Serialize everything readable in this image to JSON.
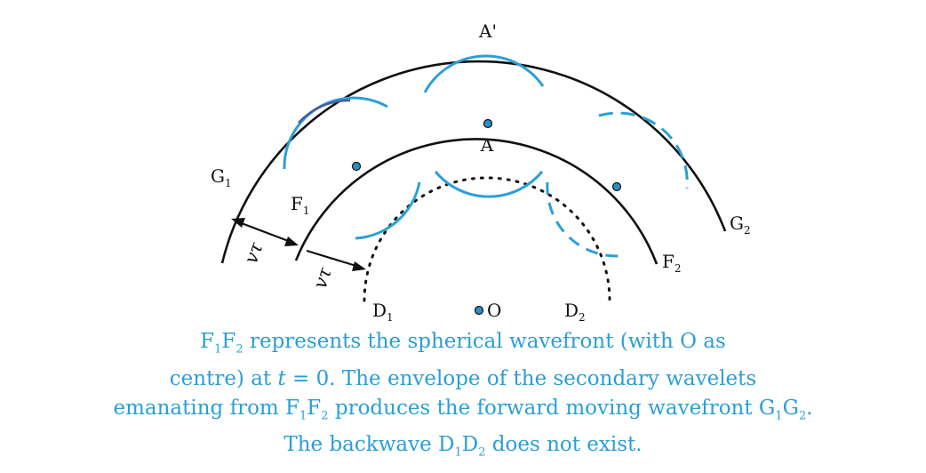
{
  "labels": {
    "a_prime": "A'",
    "a": "A",
    "g": "G",
    "g1_sub": "1",
    "g2_sub": "2",
    "f": "F",
    "f1_sub": "1",
    "f2_sub": "2",
    "d": "D",
    "d1_sub": "1",
    "d2_sub": "2",
    "o": "O",
    "vt": "vτ"
  },
  "caption": {
    "line1": {
      "f": "F",
      "sub1": "1",
      "f2": "F",
      "sub2": "2",
      "text": " represents the spherical wavefront (with O as"
    },
    "line2": {
      "pre": "centre) at ",
      "t": "t",
      "post": " = 0. The envelope of the secondary wavelets"
    },
    "line3": {
      "pre": "emanating from F",
      "s1": "1",
      "mid": "F",
      "s2": "2",
      "mid2": " produces the forward moving  wavefront G",
      "s3": "1",
      "g": "G",
      "s4": "2",
      "end": "."
    },
    "line4": {
      "pre": "The backwave D",
      "s1": "1",
      "mid": "D",
      "s2": "2",
      "end": " does not exist."
    }
  },
  "colors": {
    "wavefront": "#111111",
    "wavelet": "#2a9fd6",
    "point": "#2a8fc4",
    "caption": "#2a9fd6"
  }
}
